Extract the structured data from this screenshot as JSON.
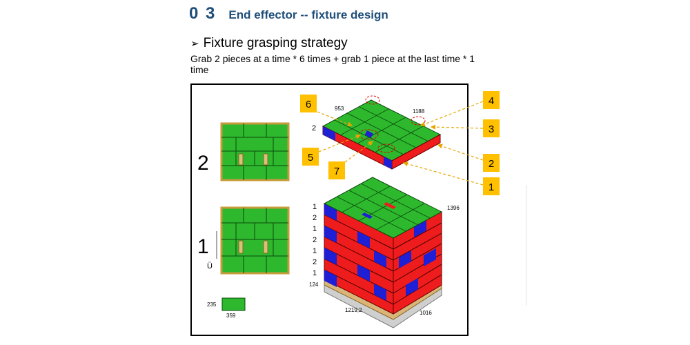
{
  "header": {
    "section_number": "0 3",
    "title": "End effector -- fixture design"
  },
  "subheading": "Fixture grasping strategy",
  "description": "Grab 2 pieces at a time * 6 times + grab 1 piece at the last time * 1 time",
  "figure": {
    "layer2_label": "2",
    "layer1_label": "1",
    "layer1_sub": "Ü",
    "small_box_width": "235",
    "small_box_length": "359",
    "top_dim_left": "953",
    "top_dim_right": "1188",
    "top_layer_label": "2",
    "stack_height": "1396",
    "pallet_height": "124",
    "pallet_length": "1219,2",
    "pallet_width": "1016",
    "stack_layers": [
      "1",
      "2",
      "1",
      "2",
      "1",
      "2",
      "1"
    ],
    "callouts": [
      "6",
      "5",
      "7",
      "4",
      "3",
      "2",
      "1"
    ],
    "colors": {
      "green": "#2eb82e",
      "red": "#ee1c1c",
      "blue": "#1f1fd6",
      "callout": "#ffc000",
      "frame": "#e8a400"
    }
  }
}
